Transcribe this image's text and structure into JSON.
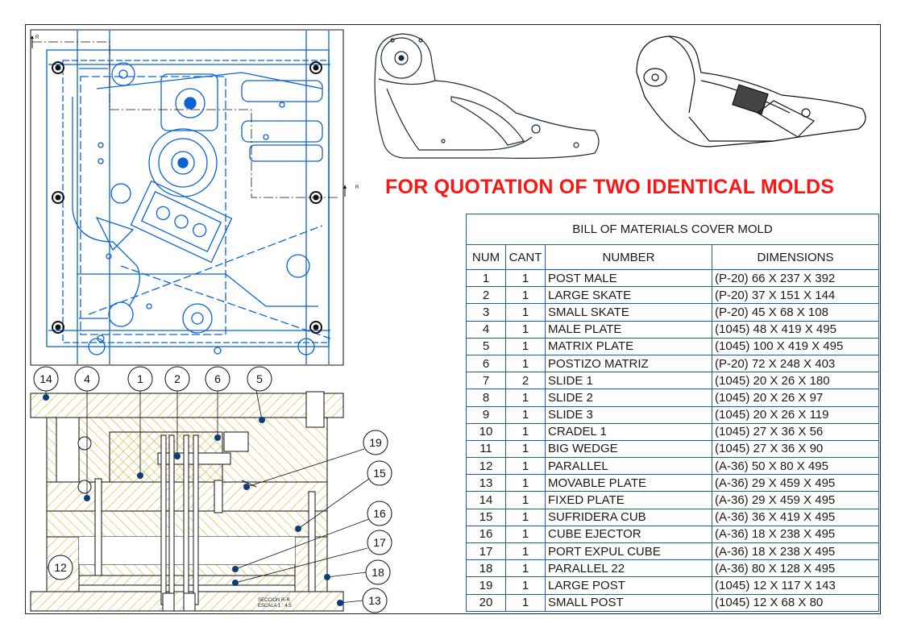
{
  "quote_title": "FOR QUOTATION OF TWO IDENTICAL MOLDS",
  "bom": {
    "title": "BILL OF MATERIALS COVER MOLD",
    "headers": [
      "NUM",
      "CANT",
      "NUMBER",
      "DIMENSIONS"
    ],
    "rows": [
      [
        "1",
        "1",
        "POST MALE",
        "(P-20) 66 X 237 X 392"
      ],
      [
        "2",
        "1",
        "LARGE SKATE",
        "(P-20) 37 X 151 X 144"
      ],
      [
        "3",
        "1",
        "SMALL SKATE",
        "(P-20) 45 X 68 X 108"
      ],
      [
        "4",
        "1",
        "MALE PLATE",
        "(1045) 48 X 419 X 495"
      ],
      [
        "5",
        "1",
        "MATRIX PLATE",
        "(1045) 100 X 419 X 495"
      ],
      [
        "6",
        "1",
        "POSTIZO MATRIZ",
        "(P-20) 72 X 248 X 403"
      ],
      [
        "7",
        "2",
        "SLIDE 1",
        "(1045) 20 X 26 X 180"
      ],
      [
        "8",
        "1",
        "SLIDE 2",
        "(1045) 20 X 26 X 97"
      ],
      [
        "9",
        "1",
        "SLIDE 3",
        "(1045) 20 X 26 X 119"
      ],
      [
        "10",
        "1",
        "CRADEL 1",
        "(1045) 27 X 36 X 56"
      ],
      [
        "11",
        "1",
        "BIG WEDGE",
        "(1045) 27 X 36 X 90"
      ],
      [
        "12",
        "1",
        "PARALLEL",
        "(A-36) 50 X 80 X 495"
      ],
      [
        "13",
        "1",
        "MOVABLE PLATE",
        "(A-36) 29 X 459 X 495"
      ],
      [
        "14",
        "1",
        "FIXED PLATE",
        "(A-36) 29 X 459 X 495"
      ],
      [
        "15",
        "1",
        "SUFRIDERA CUB",
        "(A-36) 36 X 419 X 495"
      ],
      [
        "16",
        "1",
        "CUBE EJECTOR",
        "(A-36) 18 X 238 X 495"
      ],
      [
        "17",
        "1",
        "PORT EXPUL CUBE",
        "(A-36) 18 X 238 X 495"
      ],
      [
        "18",
        "1",
        "PARALLEL 22",
        "(A-36) 80 X 128 X 495"
      ],
      [
        "19",
        "1",
        "LARGE POST",
        "(1045) 12 X 117 X 143"
      ],
      [
        "20",
        "1",
        "SMALL POST",
        "(1045) 12 X 68 X 80"
      ]
    ]
  },
  "balloons": {
    "b14": "14",
    "b4": "4",
    "b1": "1",
    "b2": "2",
    "b6": "6",
    "b5": "5",
    "b19": "19",
    "b15": "15",
    "b16": "16",
    "b17": "17",
    "b18": "18",
    "b13": "13",
    "b12": "12"
  },
  "section": {
    "marker_left": "R",
    "marker_right": "R",
    "label_line1": "SECCION R-R",
    "label_line2": "ESCALA 1 : 4.5"
  },
  "colors": {
    "drawing_blue": "#0a63d6",
    "title_red": "#ff1414",
    "hatch": "#c8a800",
    "table_border": "#1d5fa6"
  }
}
